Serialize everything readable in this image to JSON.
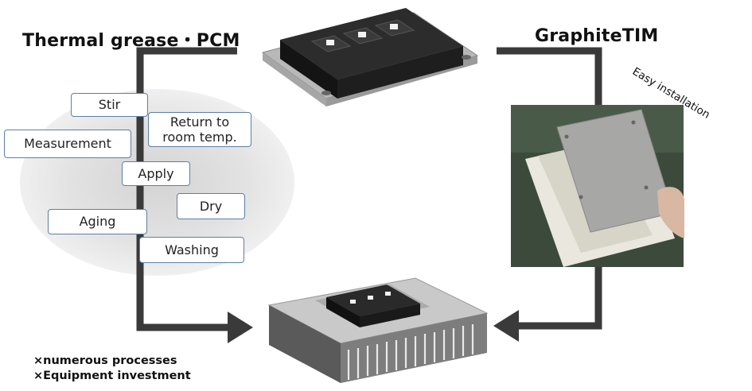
{
  "left_title": "Thermal grease・PCM",
  "right_title": "GraphiteTIM",
  "easy_label": "Easy installation",
  "process_steps": {
    "stir": "Stir",
    "return_line1": "Return to",
    "return_line2": "room temp.",
    "measurement": "Measurement",
    "apply": "Apply",
    "dry": "Dry",
    "aging": "Aging",
    "washing": "Washing"
  },
  "notes": {
    "processes": "×numerous processes",
    "investment": "×Equipment investment"
  }
}
